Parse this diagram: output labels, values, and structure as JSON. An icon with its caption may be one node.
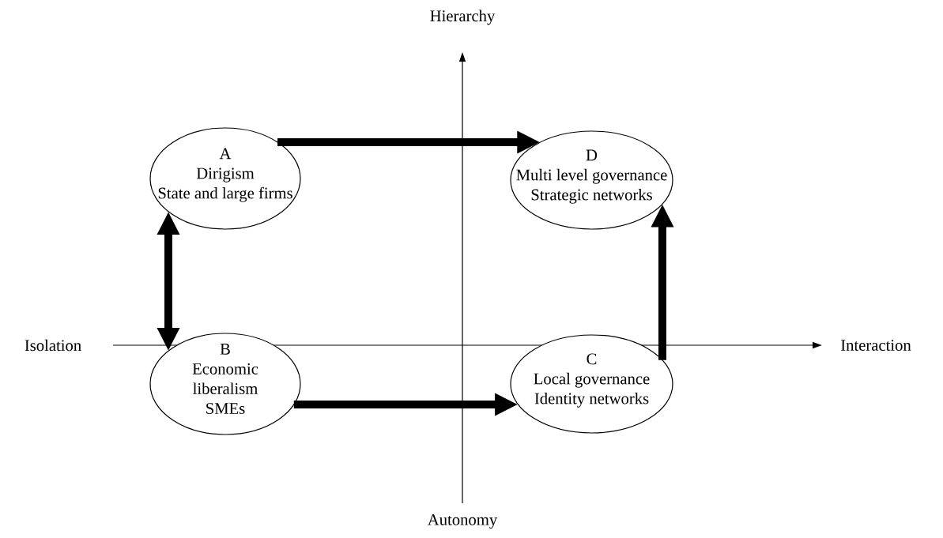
{
  "diagram": {
    "nodes": [
      {
        "text": [
          "A",
          "Dirigism",
          "State and large firms"
        ]
      },
      {
        "text": [
          "D",
          "Multi level governance",
          "Strategic networks"
        ]
      },
      {
        "text": [
          "B",
          "Economic",
          "liberalism",
          "SMEs"
        ]
      },
      {
        "text": [
          "C",
          "Local governance",
          "Identity networks"
        ]
      }
    ],
    "edges": [
      {
        "from": 0,
        "to": 1,
        "arrow": "to"
      },
      {
        "from": 0,
        "to": 2,
        "arrow": "both"
      },
      {
        "from": 2,
        "to": 3,
        "arrow": "to"
      },
      {
        "from": 3,
        "to": 1,
        "arrow": "to"
      }
    ],
    "labels": [
      "Hierarchy",
      "Isolation",
      "Interaction",
      "Autonomy"
    ]
  }
}
